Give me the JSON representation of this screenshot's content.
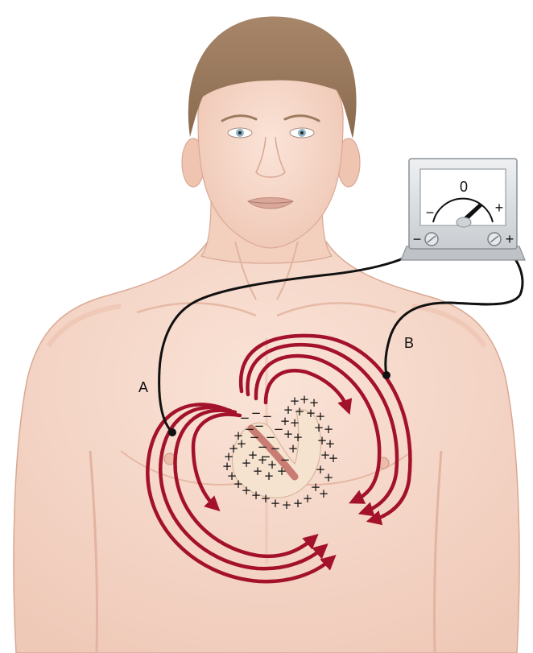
{
  "labels": {
    "electrode_a": "A",
    "electrode_b": "B"
  },
  "meter": {
    "scale_zero": "0",
    "scale_minus": "−",
    "scale_plus": "+",
    "terminal_minus": "−",
    "terminal_plus": "+"
  },
  "heart": {
    "positive_sign": "+",
    "negative_sign": "−"
  },
  "colors": {
    "skin": "#f6d9cb",
    "skin_shadow": "#e9bfae",
    "hair": "#9a7a5c",
    "field_lines": "#a3122a",
    "wire": "#111111",
    "meter_body": "#d9dcdf",
    "heart_tissue": "#f5e2cf",
    "heart_septum": "#c97c72"
  }
}
